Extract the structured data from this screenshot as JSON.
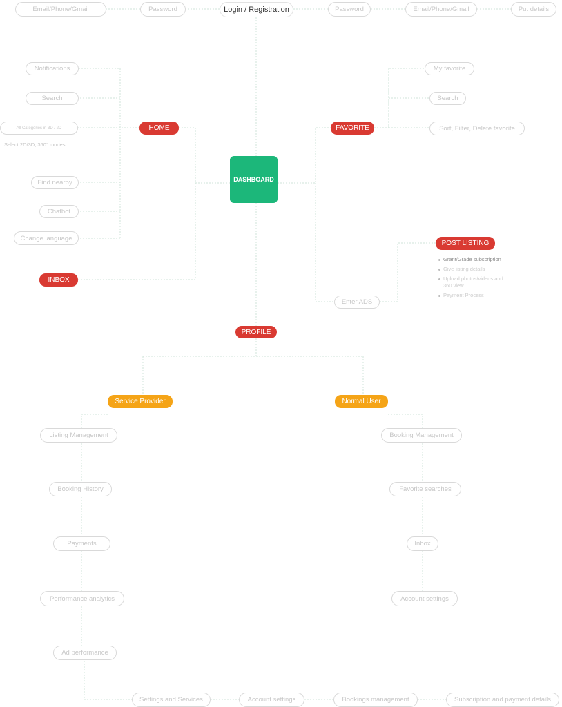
{
  "login": {
    "label": "Login / Registration",
    "left_branch": [
      "Email/Phone/Gmail",
      "Password"
    ],
    "right_branch": [
      "Password",
      "Email/Phone/Gmail",
      "Put details"
    ]
  },
  "dashboard": {
    "label": "DASHBOARD"
  },
  "home": {
    "label": "HOME",
    "children": [
      "Notifications",
      "Search",
      "All Categories",
      "Find nearby",
      "Chatbot",
      "Change language"
    ],
    "category_note": "All Categories in 3D / 2D",
    "category_subnote": "Select 2D/3D, 360° modes"
  },
  "favorite": {
    "label": "FAVORITE",
    "children": [
      "My favorite",
      "Search",
      "Sort, Filter, Delete favorite"
    ]
  },
  "inbox": {
    "label": "INBOX"
  },
  "post_listing": {
    "label": "POST LISTING",
    "source": "Enter ADS",
    "steps": [
      "Grant/Grade subscription",
      "Give listing details",
      "Upload photos/videos and 360 view",
      "Payment Process"
    ]
  },
  "profile": {
    "label": "PROFILE"
  },
  "service_provider": {
    "label": "Service Provider",
    "children": [
      "Listing Management",
      "Booking History",
      "Payments",
      "Performance analytics",
      "Ad performance"
    ],
    "bottom_row": [
      "Settings and Services",
      "Account settings",
      "Bookings management",
      "Subscription and payment details"
    ]
  },
  "normal_user": {
    "label": "Normal User",
    "children": [
      "Booking Management",
      "Favorite searches",
      "Inbox",
      "Account settings"
    ]
  },
  "colors": {
    "red": "#d93a32",
    "orange": "#f5a417",
    "green": "#1cb77a",
    "line": "#c8e6d6"
  }
}
